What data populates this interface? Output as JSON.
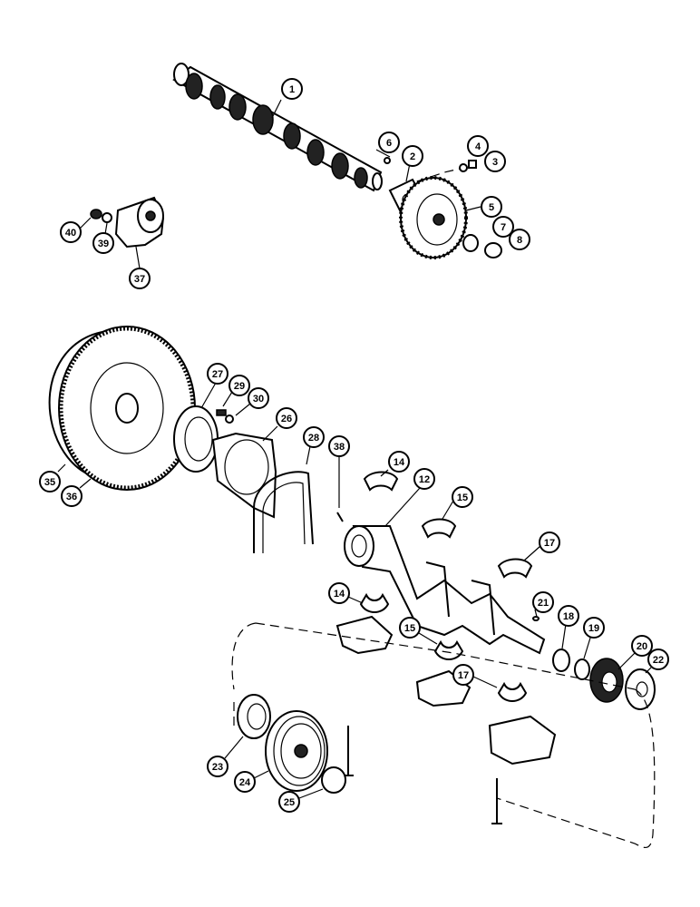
{
  "diagram": {
    "callouts": [
      {
        "id": "c1",
        "label": "1"
      },
      {
        "id": "c2",
        "label": "2"
      },
      {
        "id": "c3",
        "label": "3"
      },
      {
        "id": "c4",
        "label": "4"
      },
      {
        "id": "c5",
        "label": "5"
      },
      {
        "id": "c6",
        "label": "6"
      },
      {
        "id": "c7",
        "label": "7"
      },
      {
        "id": "c8",
        "label": "8"
      },
      {
        "id": "c12",
        "label": "12"
      },
      {
        "id": "c14a",
        "label": "14"
      },
      {
        "id": "c14b",
        "label": "14"
      },
      {
        "id": "c15a",
        "label": "15"
      },
      {
        "id": "c15b",
        "label": "15"
      },
      {
        "id": "c17a",
        "label": "17"
      },
      {
        "id": "c17b",
        "label": "17"
      },
      {
        "id": "c18",
        "label": "18"
      },
      {
        "id": "c19",
        "label": "19"
      },
      {
        "id": "c20",
        "label": "20"
      },
      {
        "id": "c21",
        "label": "21"
      },
      {
        "id": "c22",
        "label": "22"
      },
      {
        "id": "c23",
        "label": "23"
      },
      {
        "id": "c24",
        "label": "24"
      },
      {
        "id": "c25",
        "label": "25"
      },
      {
        "id": "c26",
        "label": "26"
      },
      {
        "id": "c27",
        "label": "27"
      },
      {
        "id": "c28",
        "label": "28"
      },
      {
        "id": "c29",
        "label": "29"
      },
      {
        "id": "c30",
        "label": "30"
      },
      {
        "id": "c35",
        "label": "35"
      },
      {
        "id": "c36",
        "label": "36"
      },
      {
        "id": "c37",
        "label": "37"
      },
      {
        "id": "c38",
        "label": "38"
      },
      {
        "id": "c39",
        "label": "39"
      },
      {
        "id": "c40",
        "label": "40"
      }
    ]
  }
}
